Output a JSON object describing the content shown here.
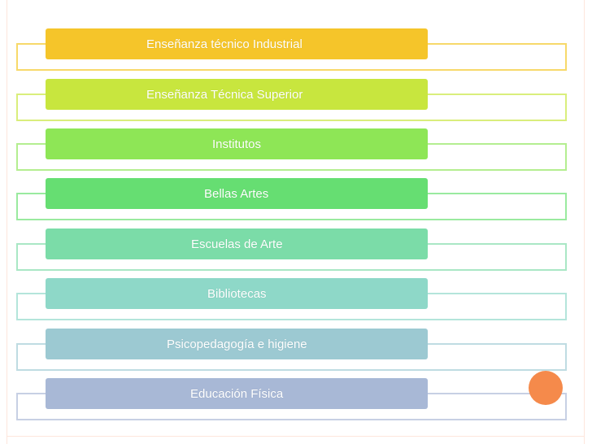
{
  "items": [
    {
      "label": "Enseñanza técnico Industrial",
      "color": "#f5c52a",
      "frame": "#f7d96a",
      "align": "left"
    },
    {
      "label": "Enseñanza Técnica Superior",
      "color": "#c8e63e",
      "frame": "#d9ee7c",
      "align": "left"
    },
    {
      "label": "Institutos",
      "color": "#8ee656",
      "frame": "#b4ee90",
      "align": "center"
    },
    {
      "label": "Bellas Artes",
      "color": "#66de72",
      "frame": "#9aea9f",
      "align": "center"
    },
    {
      "label": "Escuelas de Arte",
      "color": "#7bdca8",
      "frame": "#a9e7c5",
      "align": "center"
    },
    {
      "label": "Bibliotecas",
      "color": "#8ed8c8",
      "frame": "#b4e5db",
      "align": "center"
    },
    {
      "label": "Psicopedagogía e higiene",
      "color": "#9cc9d2",
      "frame": "#bfdce2",
      "align": "center"
    },
    {
      "label": "Educación Física",
      "color": "#a8b8d6",
      "frame": "#c7d0e4",
      "align": "center"
    }
  ],
  "accent_color": "#f58a4b"
}
